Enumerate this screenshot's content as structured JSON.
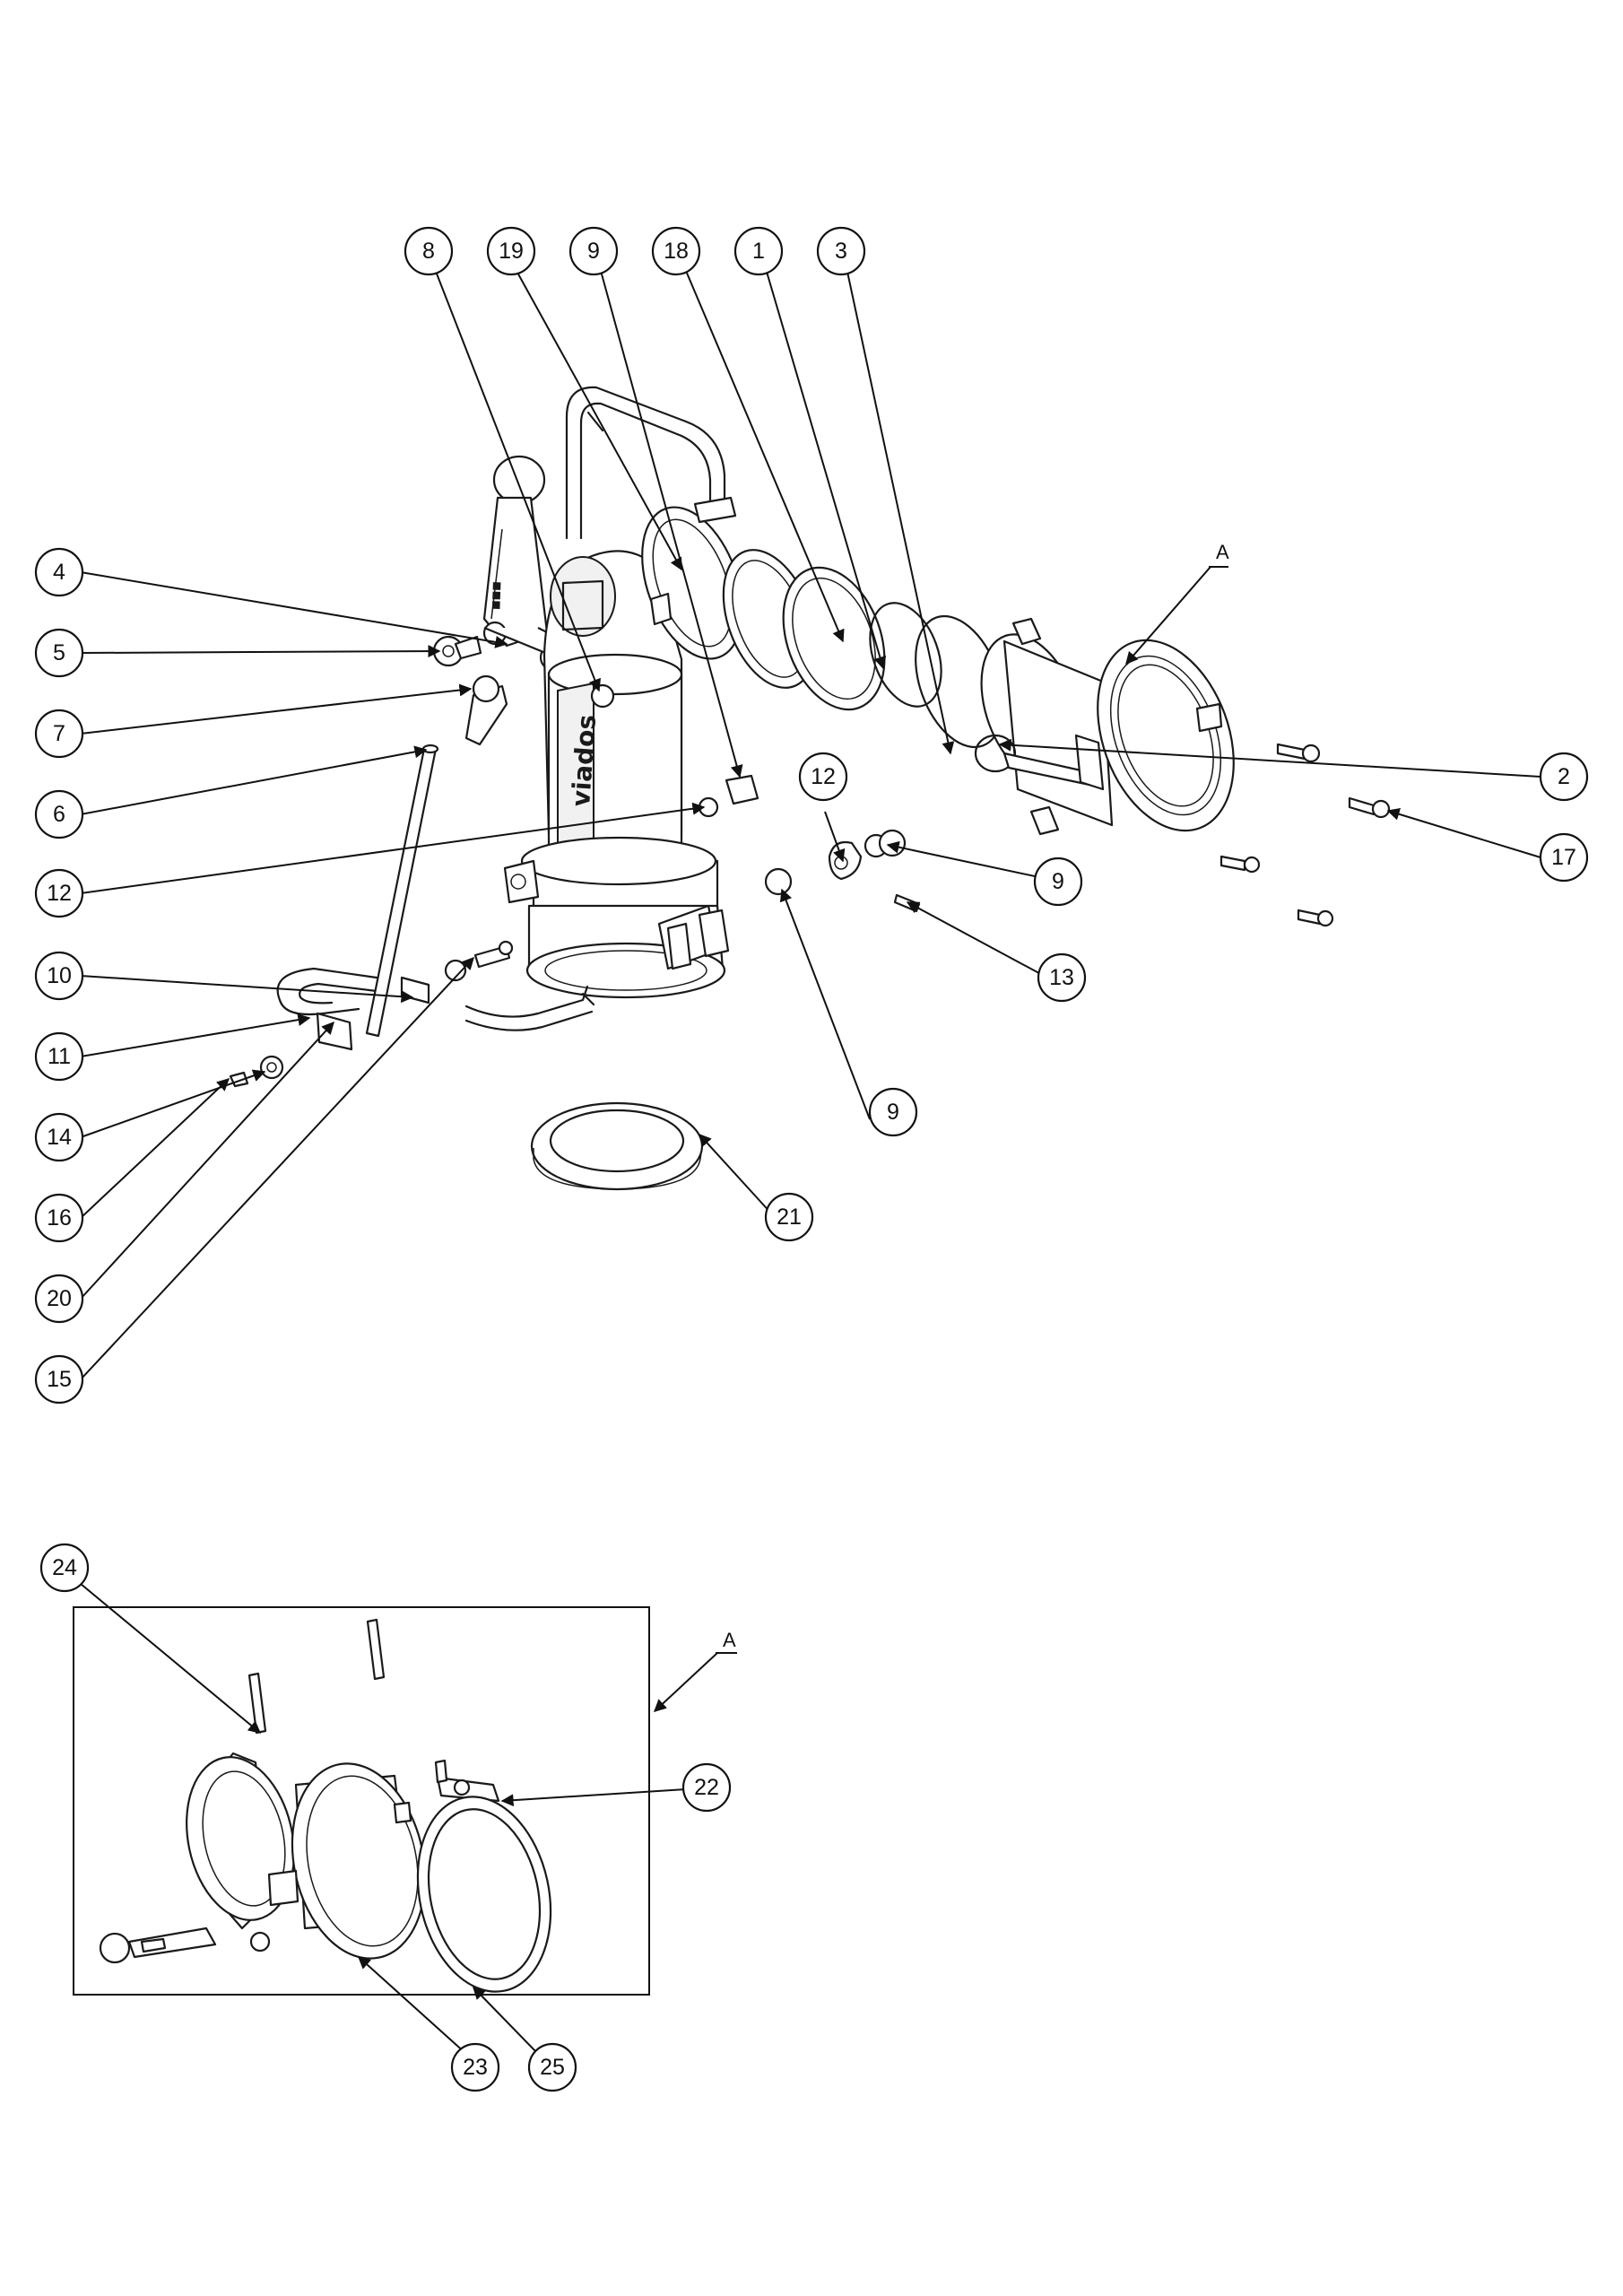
{
  "diagram": {
    "brand_mark": "viados",
    "main_callouts": [
      "8",
      "19",
      "9",
      "18",
      "1",
      "3",
      "4",
      "5",
      "7",
      "6",
      "12",
      "10",
      "11",
      "14",
      "16",
      "20",
      "15",
      "12",
      "9",
      "13",
      "9",
      "2",
      "17",
      "21"
    ],
    "detail_view": {
      "view_label": "A",
      "callouts": [
        "24",
        "22",
        "23",
        "25"
      ]
    },
    "main_view_label": "A"
  }
}
